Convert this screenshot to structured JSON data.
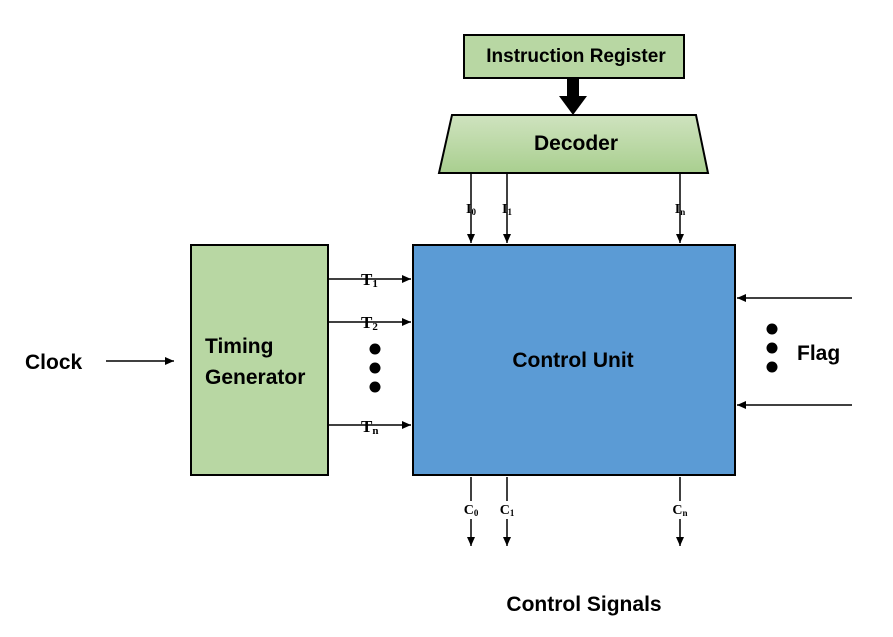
{
  "instruction_register": {
    "label": "Instruction Register"
  },
  "decoder": {
    "label": "Decoder"
  },
  "decoder_outputs": [
    {
      "base": "I",
      "sub": "0"
    },
    {
      "base": "I",
      "sub": "1"
    },
    {
      "base": "I",
      "sub": "n"
    }
  ],
  "timing_generator": {
    "line1": "Timing",
    "line2": "Generator"
  },
  "timing_outputs": [
    {
      "base": "T",
      "sub": "1"
    },
    {
      "base": "T",
      "sub": "2"
    },
    {
      "base": "T",
      "sub": "n"
    }
  ],
  "clock": {
    "label": "Clock"
  },
  "control_unit": {
    "label": "Control Unit"
  },
  "flag": {
    "label": "Flag"
  },
  "control_outputs": [
    {
      "base": "C",
      "sub": "0"
    },
    {
      "base": "C",
      "sub": "1"
    },
    {
      "base": "C",
      "sub": "n"
    }
  ],
  "control_signals": {
    "label": "Control Signals"
  },
  "colors": {
    "green_box": "#b8d7a3",
    "decoder_top": "#cfe3bf",
    "decoder_bottom": "#a9cf8f",
    "control_unit": "#5b9bd5",
    "stroke": "#000000"
  }
}
